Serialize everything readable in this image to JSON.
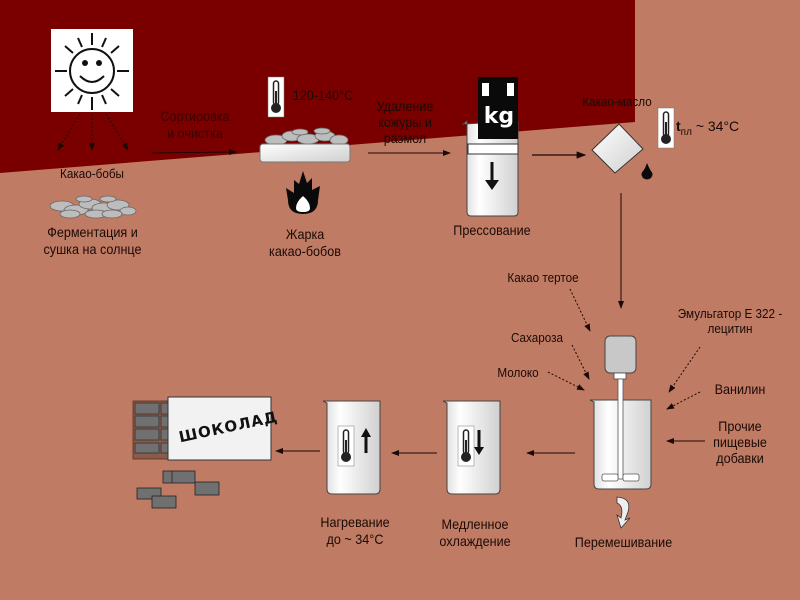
{
  "title": "Технологическая схема производства шоколада",
  "colors": {
    "background": "#c07b64",
    "dark_band": "#7a0000",
    "object_fill": "#f0f0f0",
    "chocolate_piece": "#707070",
    "ink": "#1a0a05"
  },
  "steps": {
    "sun": {
      "icon": "smiling-sun-icon"
    },
    "cocoa_beans": {
      "label": "Какао-бобы"
    },
    "fermentation": {
      "line1": "Ферментация и",
      "line2": "сушка на солнце"
    },
    "sorting": {
      "line1": "Сортировка",
      "line2": "и очистка"
    },
    "roasting_temp": {
      "value": "120-140°C"
    },
    "roasting": {
      "line1": "Жарка",
      "line2": "какао-бобов"
    },
    "peeling": {
      "line1": "Удаление",
      "line2": "кожуры и",
      "line3": "размол"
    },
    "press_weight": {
      "label": "kg"
    },
    "pressing": {
      "label": "Прессование"
    },
    "cocoa_butter": {
      "label": "Какао-масло"
    },
    "melting_point": {
      "t": "t",
      "sub": "пл",
      "value": "~ 34°C"
    },
    "cocoa_mass": {
      "label": "Какао тертое"
    },
    "sucrose": {
      "label": "Сахароза"
    },
    "milk": {
      "label": "Молоко"
    },
    "emulsifier": {
      "line1": "Эмульгатор Е 322 -",
      "line2": "лецитин"
    },
    "vanillin": {
      "label": "Ванилин"
    },
    "other_additives": {
      "line1": "Прочие",
      "line2": "пищевые",
      "line3": "добавки"
    },
    "mixing": {
      "label": "Перемешивание"
    },
    "slow_cooling": {
      "line1": "Медленное",
      "line2": "охлаждение"
    },
    "heating": {
      "line1": "Нагревание",
      "line2": "до ~ 34°C"
    },
    "chocolate": {
      "label": "ШОКОЛАД"
    }
  }
}
